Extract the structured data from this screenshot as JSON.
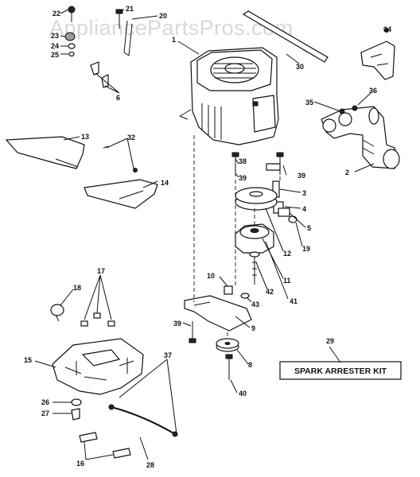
{
  "watermark": "AppliancePartsPros.com",
  "kit_box_label": "SPARK ARRESTER KIT",
  "callouts": {
    "c22": "22",
    "c21": "21",
    "c20": "20",
    "c23": "23",
    "c24": "24",
    "c25": "25",
    "c1": "1",
    "c30": "30",
    "c34": "34",
    "c6": "6",
    "c35": "35",
    "c36": "36",
    "c13": "13",
    "c32": "32",
    "c14": "14",
    "c2": "2",
    "c38": "38",
    "c39a": "39",
    "c39b": "39",
    "c3": "3",
    "c4": "4",
    "c5": "5",
    "c19": "19",
    "c12": "12",
    "c11": "11",
    "c10": "10",
    "c42": "42",
    "c41": "41",
    "c43": "43",
    "c17": "17",
    "c18": "18",
    "c39c": "39",
    "c9": "9",
    "c29": "29",
    "c15": "15",
    "c37": "37",
    "c8": "8",
    "c40": "40",
    "c26": "26",
    "c27": "27",
    "c28": "28",
    "c16": "16"
  }
}
